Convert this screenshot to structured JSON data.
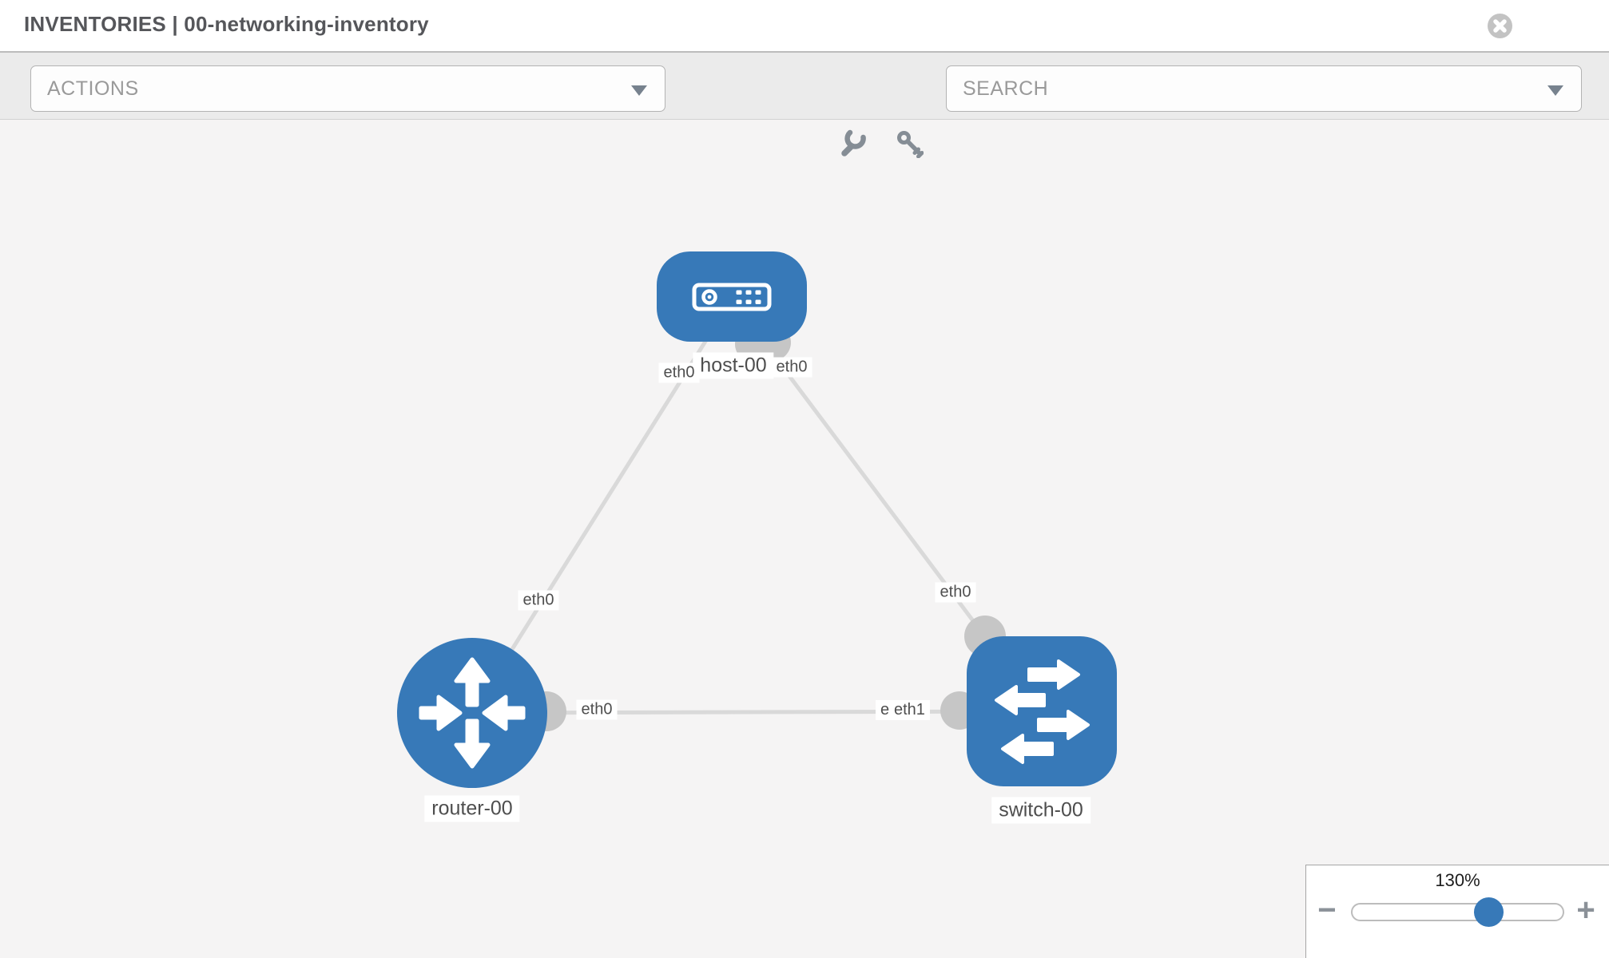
{
  "header": {
    "title": "INVENTORIES | 00-networking-inventory"
  },
  "toolbar": {
    "actions_label": "ACTIONS",
    "search_placeholder": "SEARCH"
  },
  "canvas": {
    "nodes": [
      {
        "label": "host-00",
        "type": "host"
      },
      {
        "label": "router-00",
        "type": "router"
      },
      {
        "label": "switch-00",
        "type": "switch"
      }
    ],
    "links": [
      {
        "from": "host-00",
        "to": "router-00",
        "from_interface": "eth0",
        "to_interface": "eth0"
      },
      {
        "from": "host-00",
        "to": "switch-00",
        "from_interface": "eth0",
        "to_interface": "eth0"
      },
      {
        "from": "router-00",
        "to": "switch-00",
        "from_interface": "eth0",
        "to_interface": "eth1",
        "to_interface_overlapped": "eth0"
      }
    ]
  },
  "zoom_control": {
    "level": "130%",
    "decrease": "−",
    "increase": "+"
  },
  "colors": {
    "node_blue": "#3779b8",
    "link_gray": "#d9d9d9",
    "interface_dot_gray": "#c6c6c6",
    "toolbar_gray": "#ebebeb",
    "canvas_gray": "#f5f4f4"
  }
}
